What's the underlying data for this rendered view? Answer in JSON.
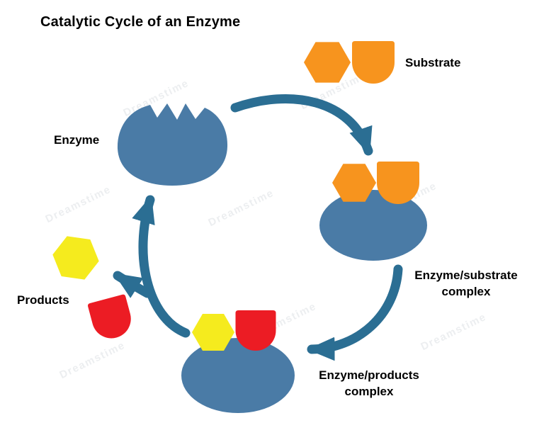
{
  "title": "Catalytic Cycle of an Enzyme",
  "labels": {
    "substrate": "Substrate",
    "enzyme": "Enzyme",
    "enzyme_substrate_complex": "Enzyme/substrate complex",
    "products": "Products",
    "enzyme_products_complex": "Enzyme/products complex"
  },
  "watermark": {
    "text": "Dreamstime"
  },
  "colors": {
    "enzyme_blue": "#4A7BA6",
    "arrow_teal": "#2B6E93",
    "substrate_orange": "#F7941E",
    "product_yellow": "#F5EB1E",
    "product_red": "#EC1C24",
    "text": "#000000",
    "background": "#FFFFFF"
  }
}
